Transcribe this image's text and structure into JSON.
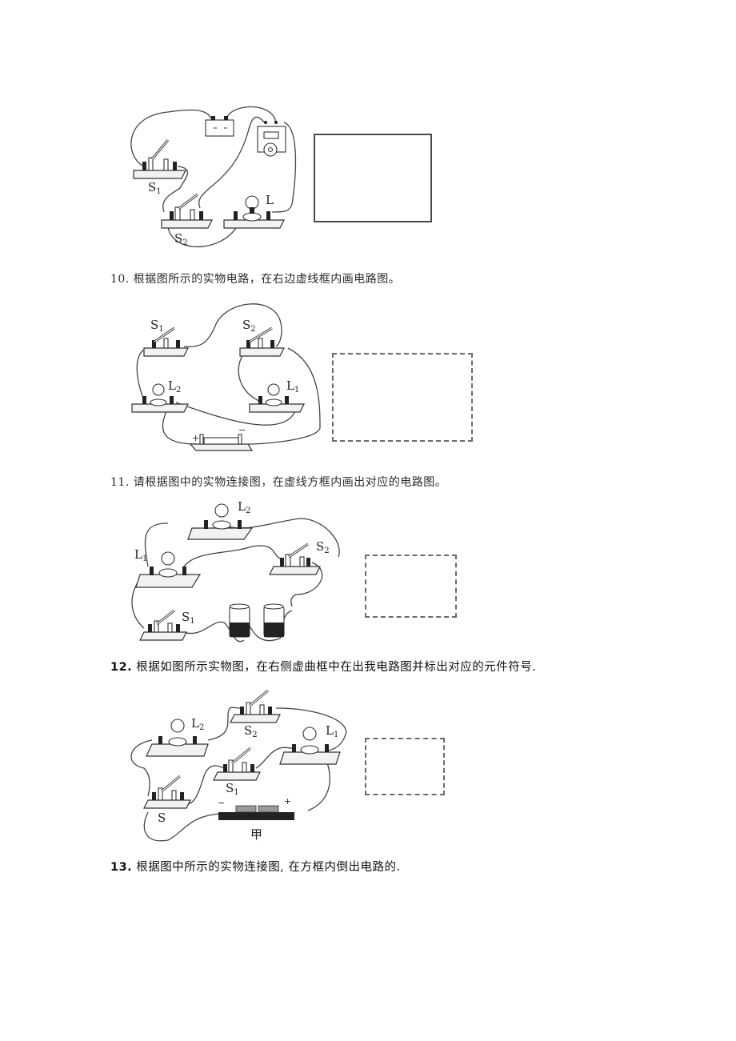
{
  "questions": [
    {
      "number": "",
      "figure": {
        "components": [
          "S1",
          "S2",
          "L",
          "battery",
          "motor"
        ],
        "labels": {
          "s1": "S",
          "s1_sub": "1",
          "s2": "S",
          "s2_sub": "2",
          "lamp": "L"
        }
      },
      "answer_box": {
        "style": "solid"
      }
    },
    {
      "number": "10.",
      "text": "根据图所示的实物电路，在右边虚线框内画电路图。",
      "figure": {
        "components": [
          "S1",
          "S2",
          "L2",
          "L1",
          "battery"
        ],
        "labels": {
          "s1": "S",
          "s1_sub": "1",
          "s2": "S",
          "s2_sub": "2",
          "l2": "L",
          "l2_sub": "2",
          "l1": "L",
          "l1_sub": "1",
          "plus": "+",
          "minus": "−"
        }
      },
      "answer_box": {
        "style": "dashed"
      }
    },
    {
      "number": "11.",
      "text": "请根据图中的实物连接图，在虚线方框内画出对应的电路图。",
      "figure": {
        "components": [
          "L2",
          "L1",
          "S2",
          "S1",
          "battery-cell-1",
          "battery-cell-2"
        ],
        "labels": {
          "l2": "L",
          "l2_sub": "2",
          "l1": "L",
          "l1_sub": "1",
          "s2": "S",
          "s2_sub": "2",
          "s1": "S",
          "s1_sub": "1"
        }
      },
      "answer_box": {
        "style": "dashed"
      }
    },
    {
      "number": "12.",
      "text": "根据如图所示实物图，在右侧虚曲框中在出我电路图并标出对应的元件符号.",
      "figure": {
        "components": [
          "L2",
          "S2",
          "L1",
          "S1",
          "S",
          "battery"
        ],
        "labels": {
          "l2": "L",
          "l2_sub": "2",
          "s2": "S",
          "s2_sub": "2",
          "l1": "L",
          "l1_sub": "1",
          "s1": "S",
          "s1_sub": "1",
          "s": "S",
          "minus": "−",
          "plus": "+",
          "caption": "甲"
        }
      },
      "answer_box": {
        "style": "dashed"
      }
    },
    {
      "number": "13.",
      "text": "根据图中所示的实物连接图, 在方框内倒出电路的."
    }
  ]
}
